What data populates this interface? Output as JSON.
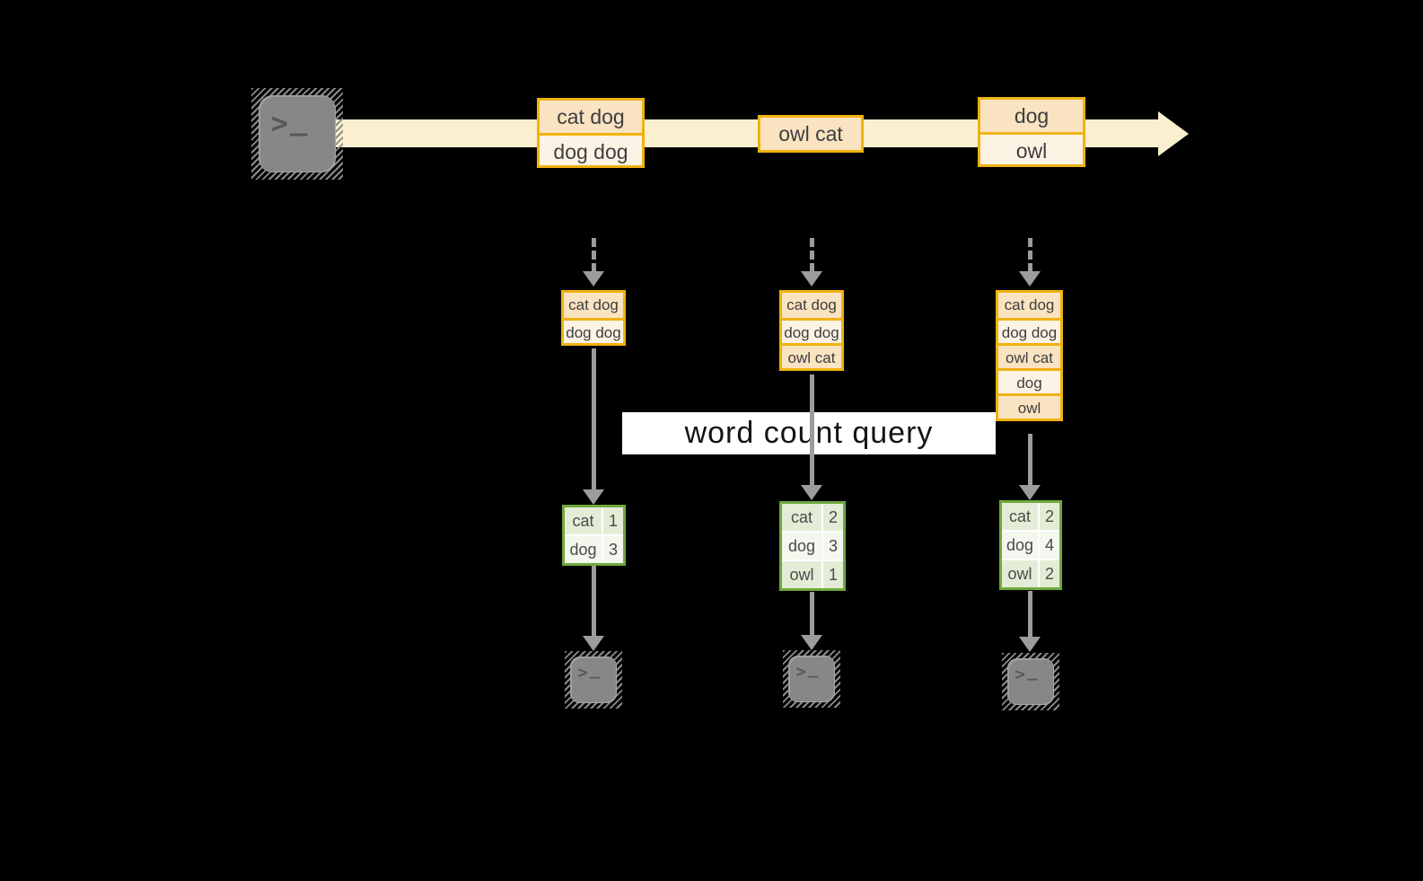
{
  "query_label": "word count query",
  "terminal_prompt": {
    "chevron": ">",
    "cursor": "_"
  },
  "stream": {
    "records": [
      {
        "lines": [
          "cat dog",
          "dog dog"
        ]
      },
      {
        "lines": [
          "owl cat"
        ]
      },
      {
        "lines": [
          "dog",
          "owl"
        ]
      }
    ]
  },
  "columns": [
    {
      "buffer": [
        "cat dog",
        "dog dog"
      ],
      "counts": [
        {
          "word": "cat",
          "count": "1"
        },
        {
          "word": "dog",
          "count": "3"
        }
      ]
    },
    {
      "buffer": [
        "cat dog",
        "dog dog",
        "owl cat"
      ],
      "counts": [
        {
          "word": "cat",
          "count": "2"
        },
        {
          "word": "dog",
          "count": "3"
        },
        {
          "word": "owl",
          "count": "1"
        }
      ]
    },
    {
      "buffer": [
        "cat dog",
        "dog dog",
        "owl cat",
        "dog",
        "owl"
      ],
      "counts": [
        {
          "word": "cat",
          "count": "2"
        },
        {
          "word": "dog",
          "count": "4"
        },
        {
          "word": "owl",
          "count": "2"
        }
      ]
    }
  ],
  "colors": {
    "background": "#000000",
    "stream_fill": "#FAF0CF",
    "record_border": "#EFB310",
    "record_fill_dark": "#FAE3C1",
    "record_fill_light": "#FDF3E4",
    "table_border": "#70A83E",
    "table_fill_dark": "#E3EDD6",
    "table_fill_light": "#F3F7ED",
    "arrow_gray": "#9C9C9C",
    "terminal_gray": "#878787",
    "query_band_bg": "#FFFFFF",
    "text_dark": "#3E3E3E"
  }
}
